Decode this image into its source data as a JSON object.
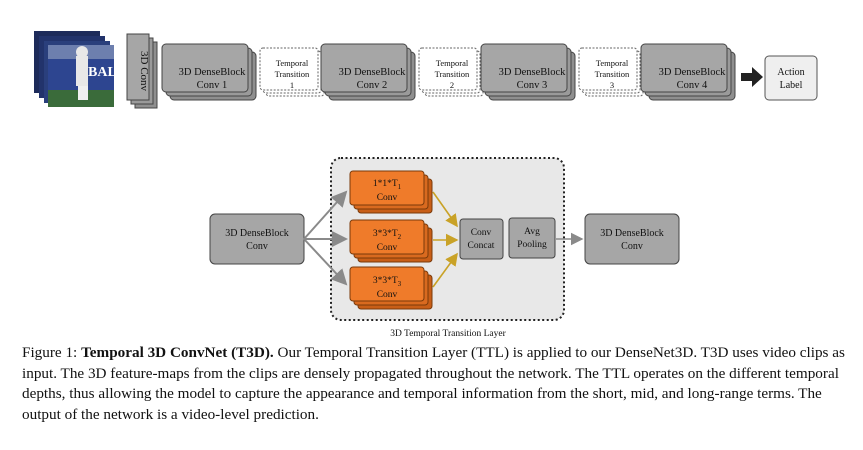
{
  "pipeline": {
    "conv3d_label": "3D Conv",
    "blocks": [
      {
        "line1": "3D DenseBlock",
        "line2": "Conv 1"
      },
      {
        "line1": "3D DenseBlock",
        "line2": "Conv 2"
      },
      {
        "line1": "3D DenseBlock",
        "line2": "Conv 3"
      },
      {
        "line1": "3D DenseBlock",
        "line2": "Conv 4"
      }
    ],
    "transitions": [
      {
        "line1": "Temporal",
        "line2": "Transition",
        "line3": "1"
      },
      {
        "line1": "Temporal",
        "line2": "Transition",
        "line3": "2"
      },
      {
        "line1": "Temporal",
        "line2": "Transition",
        "line3": "3"
      }
    ],
    "output": {
      "line1": "Action",
      "line2": "Label"
    },
    "frame_text": "BAL"
  },
  "ttl": {
    "input_block": {
      "line1": "3D DenseBlock",
      "line2": "Conv"
    },
    "branches": [
      {
        "kernel": "1*1*T",
        "sub": "1",
        "line2": "Conv"
      },
      {
        "kernel": "3*3*T",
        "sub": "2",
        "line2": "Conv"
      },
      {
        "kernel": "3*3*T",
        "sub": "3",
        "line2": "Conv"
      }
    ],
    "concat": {
      "line1": "Conv",
      "line2": "Concat"
    },
    "pool": {
      "line1": "Avg",
      "line2": "Pooling"
    },
    "output_block": {
      "line1": "3D DenseBlock",
      "line2": "Conv"
    },
    "layer_label": "3D Temporal Transition Layer",
    "colors": {
      "branch": "#ef7b2a",
      "arrow": "#c9a227",
      "block": "#a6a6a6",
      "panel": "#e8e8e8"
    }
  },
  "caption": {
    "figure_label": "Figure 1:",
    "bold_title": "Temporal 3D ConvNet (T3D).",
    "body": "Our Temporal Transition Layer (TTL) is applied to our DenseNet3D. T3D uses video clips as input. The 3D feature-maps from the clips are densely propagated throughout the network. The TTL operates on the different temporal depths, thus allowing the model to capture the appearance and temporal information from the short, mid, and long-range terms. The output of the network is a video-level prediction."
  }
}
